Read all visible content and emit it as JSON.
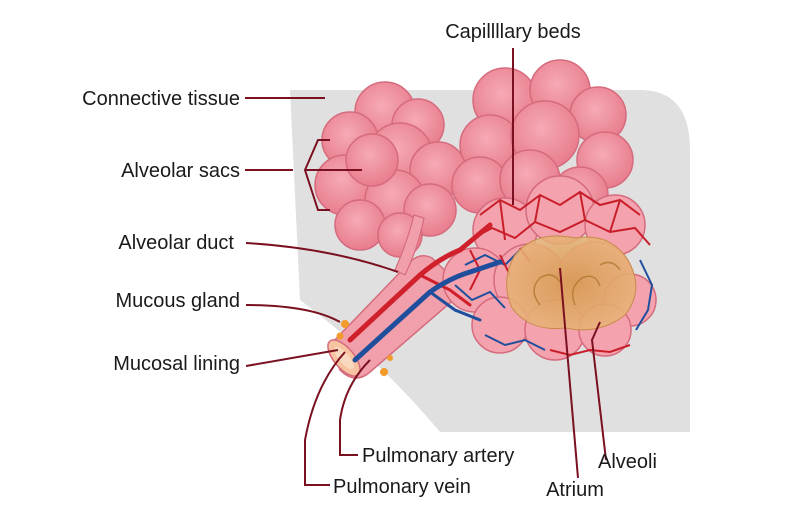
{
  "labels": {
    "capillary_beds": "Capillllary beds",
    "connective_tissue": "Connective tissue",
    "alveolar_sacs": "Alveolar sacs",
    "alveolar_duct": "Alveolar duct",
    "mucous_gland": "Mucous gland",
    "mucosal_lining": "Mucosal lining",
    "pulmonary_artery": "Pulmonary artery",
    "pulmonary_vein": "Pulmonary vein",
    "alveoli": "Alveoli",
    "atrium": "Atrium"
  },
  "colors": {
    "connective_tissue": "#e0e0e0",
    "alveolus_pink": "#f0919e",
    "alveolus_edge": "#d76a7c",
    "artery_red": "#d0202c",
    "vein_blue": "#1f4f9c",
    "leader_line": "#7a1020",
    "atrium_orange": "#e5a35a",
    "gland_orange": "#f29a2a"
  }
}
